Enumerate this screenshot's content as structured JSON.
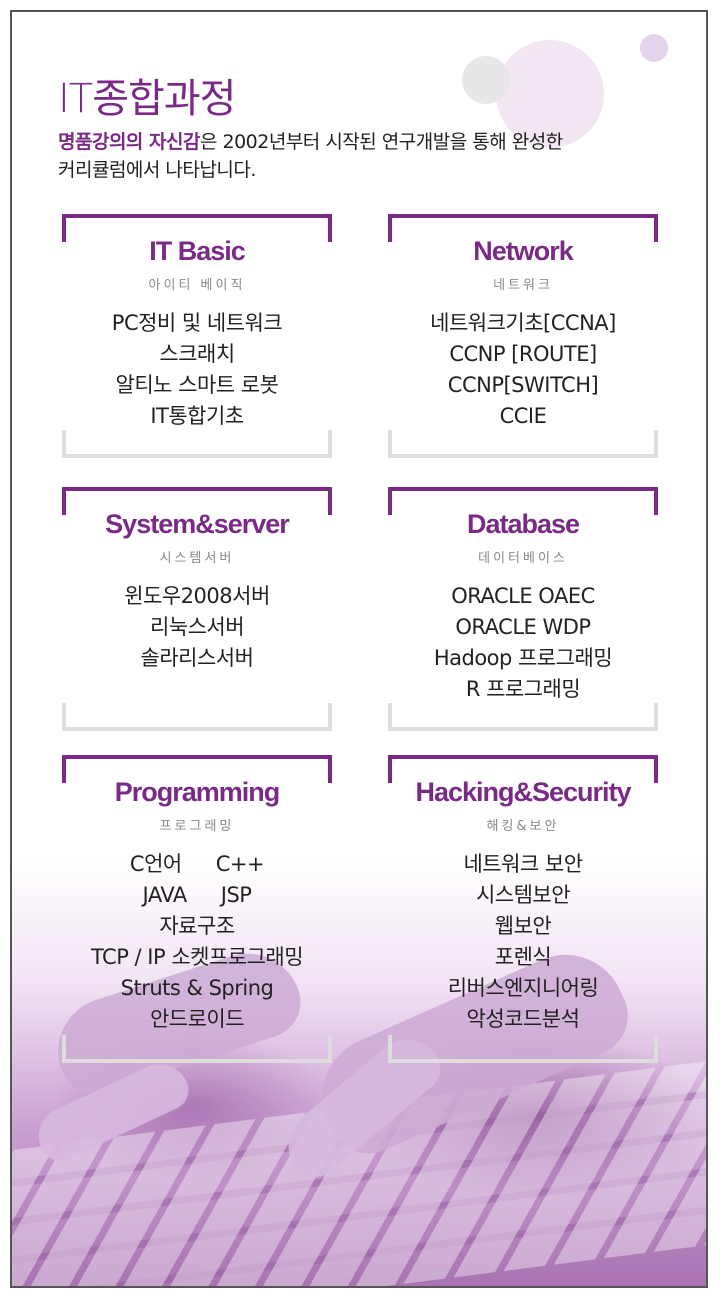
{
  "header": {
    "title": "IT종합과정",
    "intro_emphasis": "명품강의의 자신감",
    "intro_rest_line1": "은 2002년부터 시작된 연구개발을 통해 완성한",
    "intro_line2": "커리큘럼에서 나타납니다."
  },
  "colors": {
    "accent": "#7a2a86",
    "bracket_bottom": "#dddddd"
  },
  "courses": [
    {
      "title": "IT Basic",
      "subtitle": "아이티 베이직",
      "items": [
        "PC정비 및 네트워크",
        "스크래치",
        "알티노 스마트 로봇",
        "IT통합기초"
      ]
    },
    {
      "title": "Network",
      "subtitle": "네트워크",
      "items": [
        "네트워크기초[CCNA]",
        "CCNP [ROUTE]",
        "CCNP[SWITCH]",
        "CCIE"
      ]
    },
    {
      "title": "System&server",
      "subtitle": "시스템서버",
      "items": [
        "윈도우2008서버",
        "리눅스서버",
        "솔라리스서버"
      ]
    },
    {
      "title": "Database",
      "subtitle": "데이터베이스",
      "items": [
        "ORACLE OAEC",
        "ORACLE WDP",
        "Hadoop 프로그래밍",
        "R 프로그래밍"
      ]
    },
    {
      "title": "Programming",
      "subtitle": "프로그래밍",
      "pairs": [
        [
          "C언어",
          "C++"
        ],
        [
          "JAVA",
          "JSP"
        ]
      ],
      "items": [
        "자료구조",
        "TCP / IP 소켓프로그래밍",
        "Struts & Spring",
        "안드로이드"
      ]
    },
    {
      "title": "Hacking&Security",
      "subtitle": "해킹&보안",
      "items": [
        "네트워크 보안",
        "시스템보안",
        "웹보안",
        "포렌식",
        "리버스엔지니어링",
        "악성코드분석"
      ]
    }
  ]
}
